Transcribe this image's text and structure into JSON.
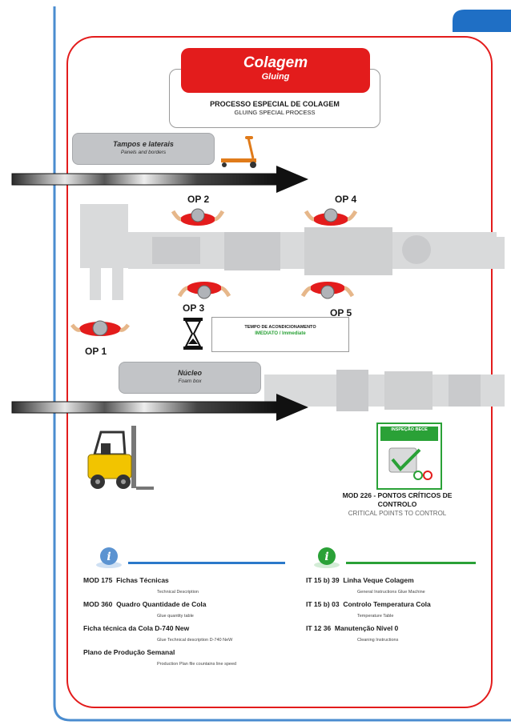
{
  "header": {
    "title": "Colagem",
    "title_en": "Gluing",
    "subtitle": "PROCESSO ESPECIAL DE COLAGEM",
    "subtitle_en": "GLUING SPECIAL PROCESS"
  },
  "stations": {
    "panels": {
      "label": "Tampos e laterais",
      "label_en": "Panels and borders"
    },
    "core": {
      "label": "Núcleo",
      "label_en": "Foam box"
    }
  },
  "operators": [
    "OP 1",
    "OP 2",
    "OP 3",
    "OP 4",
    "OP 5"
  ],
  "conditioning": {
    "label": "TEMPO DE ACONDICIONAMENTO",
    "value": "IMEDIATO / Immediate"
  },
  "inspection": {
    "badge": "INSPEÇÃO BECE",
    "caption": "MOD 226 - PONTOS CRÍTICOS DE CONTROLO",
    "caption_en": "CRITICAL POINTS TO CONTROL"
  },
  "docs_left": [
    {
      "code": "MOD 175",
      "name": "Fichas Técnicas",
      "desc": "Technical Description"
    },
    {
      "code": "MOD 360",
      "name": "Quadro Quantidade de Cola",
      "desc": "Glue quantity table"
    },
    {
      "code": "",
      "name": "Ficha técnica da Cola D-740 New",
      "desc": "Glue Technical description D-740 NeW"
    },
    {
      "code": "",
      "name": "Plano de Produção Semanal",
      "desc": "Production Plan file countains line speed"
    }
  ],
  "docs_right": [
    {
      "code": "IT 15 b) 39",
      "name": "Linha Veque Colagem",
      "desc": "General Instructions Glue Machine"
    },
    {
      "code": "IT 15 b) 03",
      "name": "Controlo Temperatura Cola",
      "desc": "Temperature Table"
    },
    {
      "code": "IT 12 36",
      "name": "Manutenção Nível 0",
      "desc": "Cleaning Instructions"
    }
  ],
  "colors": {
    "red": "#e31c1c",
    "blue": "#2b79c9",
    "green": "#2aa137",
    "grey": "#c2c4c7"
  }
}
